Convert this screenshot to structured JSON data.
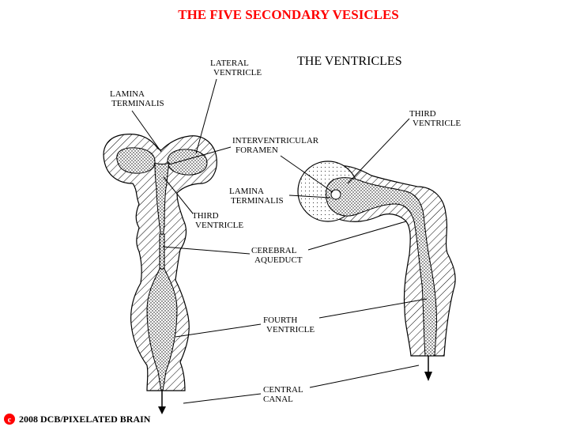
{
  "title": "THE FIVE SECONDARY VESICLES",
  "subtitle": "THE VENTRICLES",
  "copyright": {
    "symbol": "c",
    "text": "2008  DCB/PIXELATED BRAIN",
    "color": "#ff0000"
  },
  "colors": {
    "title": "#ff0000",
    "ink": "#000000",
    "background": "#ffffff"
  },
  "labels": {
    "lateral_ventricle": [
      "LATERAL",
      "VENTRICLE"
    ],
    "lamina_terminalis_left": [
      "LAMINA",
      "TERMINALIS"
    ],
    "interventricular_foramen": [
      "INTERVENTRICULAR",
      "FORAMEN"
    ],
    "third_ventricle_left": [
      "THIRD",
      "VENTRICLE"
    ],
    "third_ventricle_right": [
      "THIRD",
      "VENTRICLE"
    ],
    "lamina_terminalis_right": [
      "LAMINA",
      "TERMINALIS"
    ],
    "cerebral_aqueduct": [
      "CEREBRAL",
      "AQUEDUCT"
    ],
    "fourth_ventricle": [
      "FOURTH",
      "VENTRICLE"
    ],
    "central_canal": [
      "CENTRAL",
      "CANAL"
    ]
  }
}
